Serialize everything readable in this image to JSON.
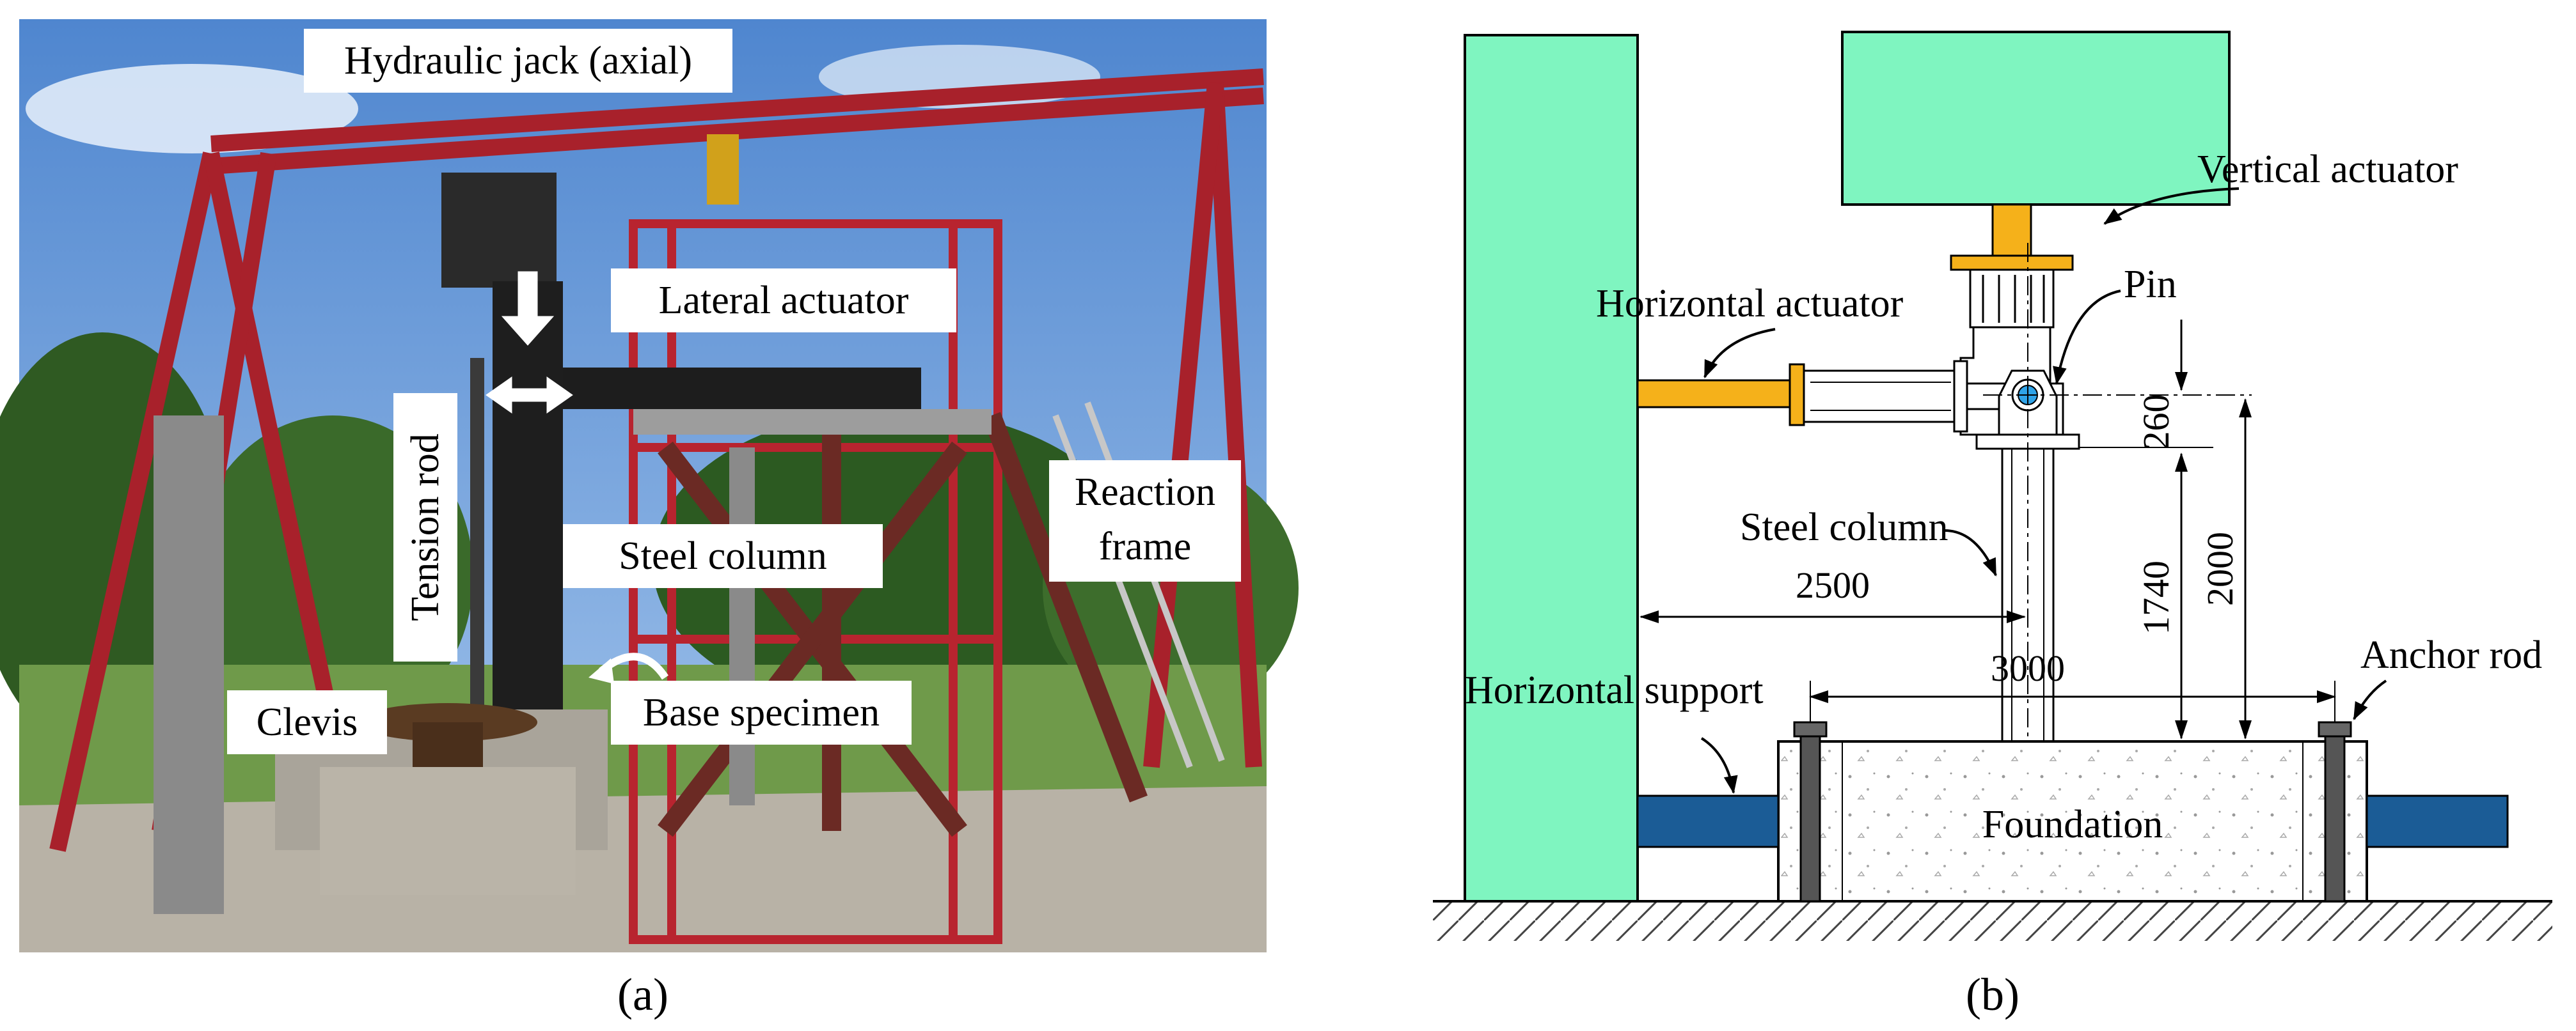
{
  "panel_a": {
    "caption": "(a)",
    "labels": {
      "hydraulic_jack": "Hydraulic jack (axial)",
      "lateral_actuator": "Lateral actuator",
      "reaction_frame_line1": "Reaction",
      "reaction_frame_line2": "frame",
      "steel_column": "Steel column",
      "tension_rod": "Tension rod",
      "clevis": "Clevis",
      "base_specimen": "Base specimen"
    }
  },
  "panel_b": {
    "caption": "(b)",
    "labels": {
      "vertical_actuator": "Vertical actuator",
      "horizontal_actuator": "Horizontal actuator",
      "pin": "Pin",
      "steel_column": "Steel column",
      "horizontal_support": "Horizontal support",
      "anchor_rod": "Anchor rod",
      "foundation": "Foundation"
    },
    "dimensions": {
      "d260": "260",
      "d1740": "1740",
      "d2000": "2000",
      "d2500": "2500",
      "d3000": "3000"
    }
  },
  "colors": {
    "reaction_block": "#7ff5c0",
    "actuator": "#f5b11a",
    "support": "#1b5c96",
    "frame_red": "#a8212b",
    "sky": "#6f9fd8",
    "pin_fill": "#2fa3e8"
  }
}
